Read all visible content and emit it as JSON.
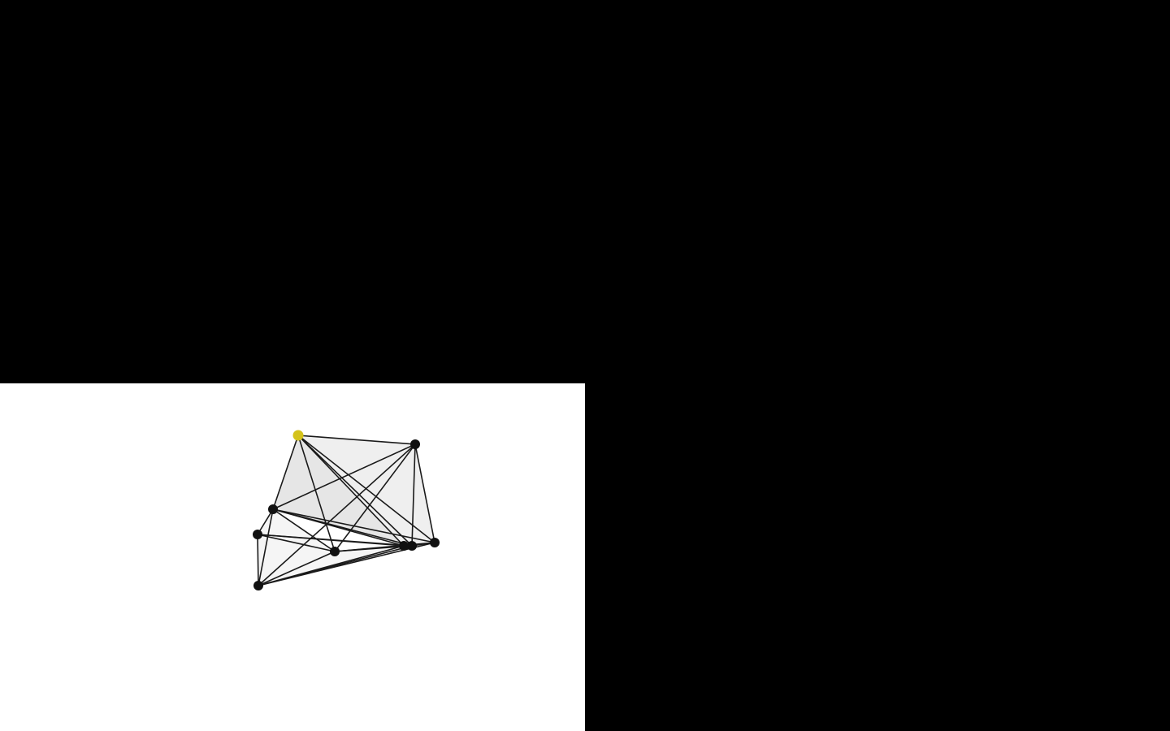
{
  "scene": {
    "background_color": "#000000",
    "canvas_color": "#ffffff",
    "edge_color": "#1a1a1a",
    "vertex_color": "#111111",
    "highlight_color": "#d4c21a",
    "face_colors": [
      "#e4e4e4",
      "#ececec",
      "#f3f3f3"
    ],
    "selected_vertex": "v0",
    "vertex_count": 9,
    "edge_count": 29
  }
}
